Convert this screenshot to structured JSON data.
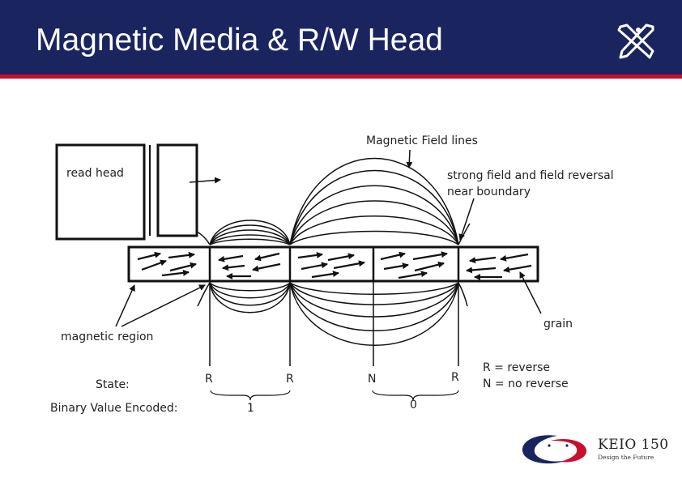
{
  "slide": {
    "title": "Magnetic Media & R/W Head"
  },
  "header": {
    "background": "#1a2560",
    "stripe_color": "#c8102e",
    "icon": "pen-and-pencil-icon"
  },
  "diagram": {
    "read_head_label": "read head",
    "field_lines_label": "Magnetic Field lines",
    "strong_field_label_line1": "strong field and field reversal",
    "strong_field_label_line2": "near boundary",
    "magnetic_region_label": "magnetic region",
    "grain_label": "grain",
    "state_label": "State:",
    "binary_label": "Binary Value Encoded:",
    "states": [
      "R",
      "R",
      "N",
      "R"
    ],
    "binary_values": [
      "1",
      "0"
    ],
    "legend_reverse": "R = reverse",
    "legend_no_reverse": "N = no reverse"
  },
  "logo": {
    "text": "KEIO 150",
    "subtitle": "Design the Future"
  }
}
